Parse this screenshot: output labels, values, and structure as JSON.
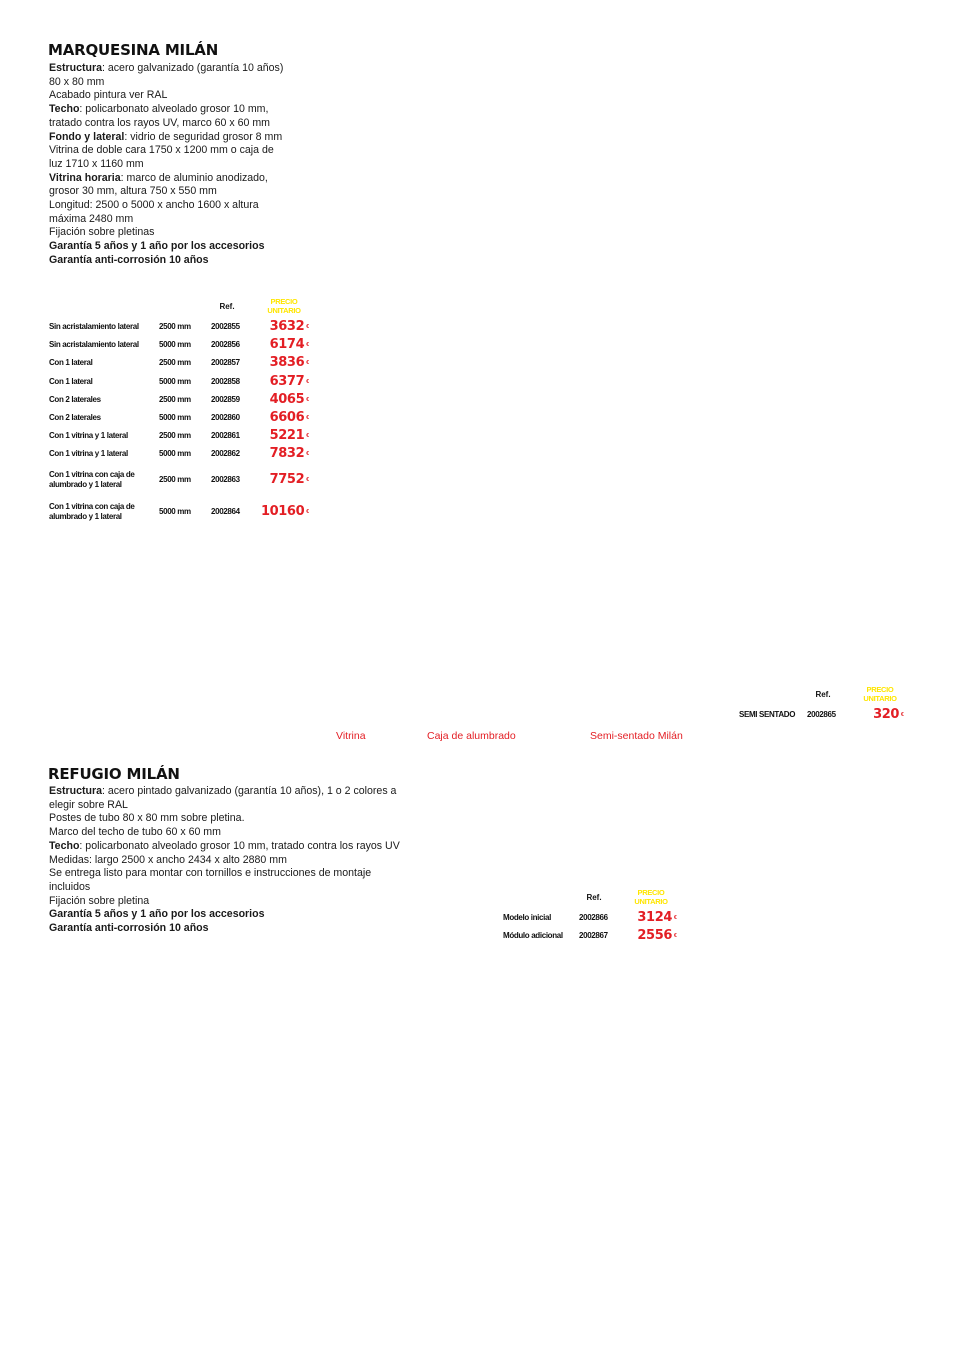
{
  "marquesina": {
    "title": "MARQUESINA MILÁN",
    "description": [
      {
        "bold": "Estructura",
        "text": ": acero galvanizado (garantía 10 años)"
      },
      {
        "bold": "",
        "text": "80 x 80 mm"
      },
      {
        "bold": "",
        "text": "Acabado pintura ver RAL"
      },
      {
        "bold": "Techo",
        "text": ": policarbonato alveolado grosor 10 mm,"
      },
      {
        "bold": "",
        "text": "tratado contra los rayos UV, marco 60 x 60 mm"
      },
      {
        "bold": "Fondo y lateral",
        "text": ": vidrio de seguridad grosor 8 mm"
      },
      {
        "bold": "",
        "text": "Vitrina de doble cara 1750 x 1200 mm o caja de"
      },
      {
        "bold": "",
        "text": "luz 1710 x 1160 mm"
      },
      {
        "bold": "Vitrina horaria",
        "text": ": marco de aluminio anodizado,"
      },
      {
        "bold": "",
        "text": "grosor 30 mm, altura 750 x 550 mm"
      },
      {
        "bold": "",
        "text": "Longitud: 2500 o 5000 x ancho 1600 x altura"
      },
      {
        "bold": "",
        "text": "máxima 2480 mm"
      },
      {
        "bold": "",
        "text": "Fijación sobre pletinas"
      },
      {
        "bold": "Garantía 5 años y 1 año por los accesorios",
        "text": ""
      },
      {
        "bold": "Garantía anti-corrosión 10 años",
        "text": ""
      }
    ],
    "table": {
      "ref_header": "Ref.",
      "price_header": "PRECIO UNITARIO",
      "currency": "€",
      "rows": [
        {
          "name": "Sin acristalamiento lateral",
          "length": "2500 mm",
          "ref": "2002855",
          "price": "3632"
        },
        {
          "name": "Sin acristalamiento lateral",
          "length": "5000 mm",
          "ref": "2002856",
          "price": "6174"
        },
        {
          "name": "Con 1 lateral",
          "length": "2500 mm",
          "ref": "2002857",
          "price": "3836"
        },
        {
          "name": "Con 1 lateral",
          "length": "5000 mm",
          "ref": "2002858",
          "price": "6377"
        },
        {
          "name": "Con 2 laterales",
          "length": "2500 mm",
          "ref": "2002859",
          "price": "4065"
        },
        {
          "name": "Con 2 laterales",
          "length": "5000 mm",
          "ref": "2002860",
          "price": "6606"
        },
        {
          "name": "Con 1 vitrina y 1 lateral",
          "length": "2500 mm",
          "ref": "2002861",
          "price": "5221"
        },
        {
          "name": "Con 1 vitrina y 1 lateral",
          "length": "5000 mm",
          "ref": "2002862",
          "price": "7832"
        },
        {
          "name": "Con 1 vitrina con caja de alumbrado y 1 lateral",
          "length": "2500 mm",
          "ref": "2002863",
          "price": "7752"
        },
        {
          "name": "Con 1 vitrina con caja de alumbrado y 1 lateral",
          "length": "5000 mm",
          "ref": "2002864",
          "price": "10160"
        }
      ]
    }
  },
  "captions": {
    "vitrina": "Vitrina",
    "caja": "Caja de alumbrado",
    "semi": "Semi-sentado Milán"
  },
  "semi_table": {
    "ref_header": "Ref.",
    "price_header": "PRECIO UNITARIO",
    "currency": "€",
    "rows": [
      {
        "name": "SEMI SENTADO",
        "ref": "2002865",
        "price": "320"
      }
    ]
  },
  "refugio": {
    "title": "REFUGIO MILÁN",
    "description": [
      {
        "bold": "Estructura",
        "text": ": acero pintado galvanizado (garantía 10 años), 1 o 2 colores a"
      },
      {
        "bold": "",
        "text": "elegir sobre RAL"
      },
      {
        "bold": "",
        "text": "Postes de tubo 80 x 80 mm sobre pletina."
      },
      {
        "bold": "",
        "text": "Marco del techo de tubo 60 x 60 mm"
      },
      {
        "bold": "Techo",
        "text": ": policarbonato alveolado grosor 10 mm, tratado contra los rayos UV"
      },
      {
        "bold": "",
        "text": "Medidas: largo 2500 x ancho 2434 x alto 2880 mm"
      },
      {
        "bold": "",
        "text": "Se entrega listo para montar con tornillos e instrucciones de montaje"
      },
      {
        "bold": "",
        "text": "incluidos"
      },
      {
        "bold": "",
        "text": "Fijación sobre pletina"
      },
      {
        "bold": "Garantía 5 años y 1 año por los accesorios",
        "text": ""
      },
      {
        "bold": "Garantía anti-corrosión 10 años",
        "text": ""
      }
    ],
    "table": {
      "ref_header": "Ref.",
      "price_header": "PRECIO UNITARIO",
      "currency": "€",
      "rows": [
        {
          "name": "Modelo inicial",
          "ref": "2002866",
          "price": "3124"
        },
        {
          "name": "Módulo adicional",
          "ref": "2002867",
          "price": "2556"
        }
      ]
    }
  }
}
